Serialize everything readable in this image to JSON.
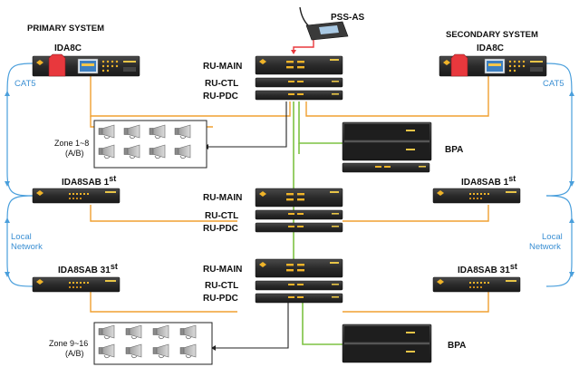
{
  "headings": {
    "primary": "PRIMARY SYSTEM",
    "secondary": "SECONDARY SYSTEM"
  },
  "devices": {
    "pss_as": "PSS-AS",
    "ida8c_primary": "IDA8C",
    "ida8c_secondary": "IDA8C",
    "ru_main_1": "RU-MAIN",
    "ru_ctl_1": "RU-CTL",
    "ru_pdc_1": "RU-PDC",
    "ru_main_2": "RU-MAIN",
    "ru_ctl_2": "RU-CTL",
    "ru_pdc_2": "RU-PDC",
    "ru_main_3": "RU-MAIN",
    "ru_ctl_3": "RU-CTL",
    "ru_pdc_3": "RU-PDC",
    "bpa_1": "BPA",
    "bpa_2": "BPA",
    "ida8sab_left_1": "IDA8SAB 1",
    "ida8sab_left_1_sup": "st",
    "ida8sab_right_1": "IDA8SAB 1",
    "ida8sab_right_1_sup": "st",
    "ida8sab_left_31": "IDA8SAB 31",
    "ida8sab_left_31_sup": "st",
    "ida8sab_right_31": "IDA8SAB 31",
    "ida8sab_right_31_sup": "st"
  },
  "links": {
    "cat5_left": "CAT5",
    "cat5_right": "CAT5",
    "local_network_left_1": "Local",
    "local_network_left_2": "Network",
    "local_network_right_1": "Local",
    "local_network_right_2": "Network"
  },
  "zones": {
    "zone_a_line1": "Zone 1~8",
    "zone_a_line2": "(A/B)",
    "zone_b_line1": "Zone 9~16",
    "zone_b_line2": "(A/B)"
  },
  "colors": {
    "orange": "#f0a030",
    "green": "#7dc242",
    "blue": "#4a9fdc",
    "red": "#e8383d",
    "rack": "#2a2a2a"
  }
}
